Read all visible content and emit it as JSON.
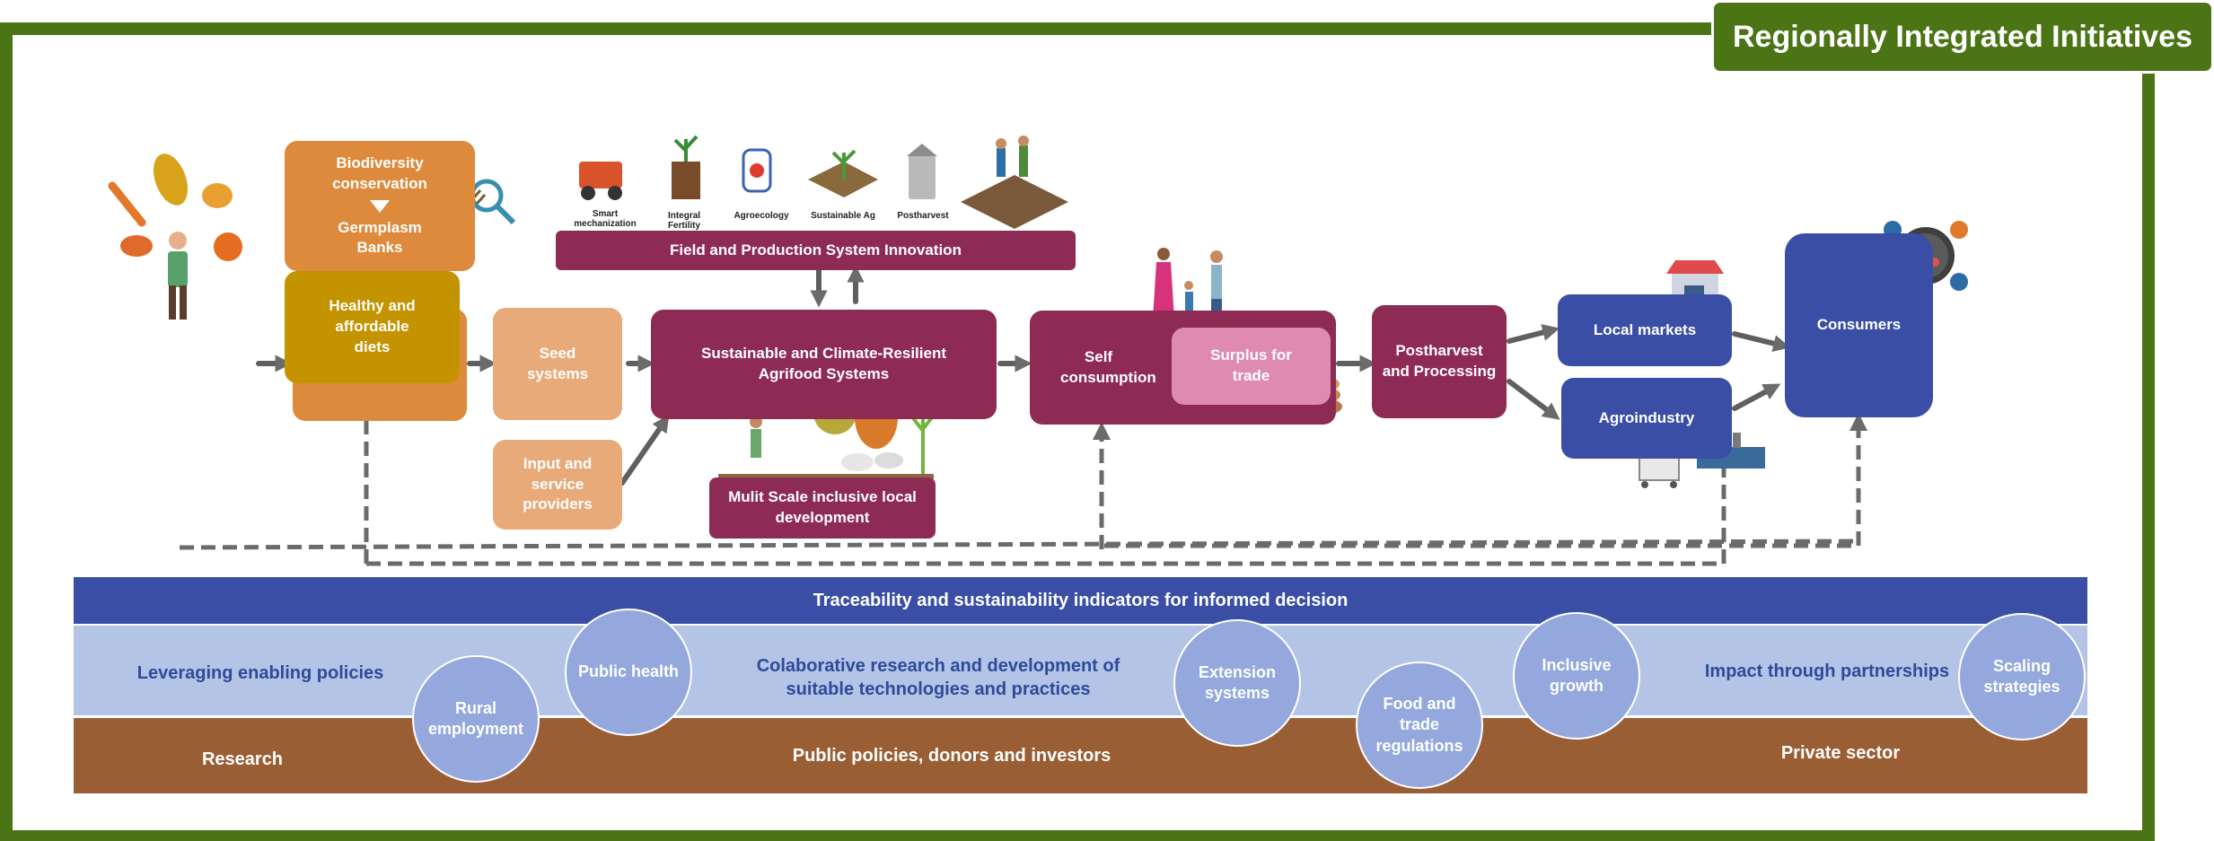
{
  "title": "Regionally Integrated Initiatives",
  "boxes": {
    "biodiversity": "Biodiversity conservation",
    "germplasm": "Germplasm Banks",
    "diets": "Healthy and affordable diets",
    "seed": "Seed systems",
    "input": "Input and service providers",
    "agrifood": "Sustainable and Climate-Resilient Agrifood Systems",
    "field_innovation": "Field and Production System Innovation",
    "multiscale": "Mulit Scale inclusive local development",
    "self_consumption": "Self consumption",
    "surplus": "Surplus for trade",
    "postharvest": "Postharvest and Processing",
    "local_markets": "Local markets",
    "agroindustry": "Agroindustry",
    "consumers": "Consumers"
  },
  "innovation_icons": [
    {
      "name": "smart-mechanization-icon",
      "label": "Smart mechanization"
    },
    {
      "name": "integral-fertility-icon",
      "label": "Integral Fertility"
    },
    {
      "name": "agroecology-icon",
      "label": "Agroecology"
    },
    {
      "name": "sustainable-ag-icon",
      "label": "Sustainable Ag"
    },
    {
      "name": "postharvest-silo-icon",
      "label": "Postharvest"
    }
  ],
  "bands": {
    "traceability": "Traceability and sustainability indicators for informed decision",
    "leveraging": "Leveraging enabling policies",
    "collaborative": "Colaborative research and development of suitable technologies and practices",
    "impact": "Impact through partnerships",
    "research": "Research",
    "public_policies": "Public policies, donors and investors",
    "private_sector": "Private sector"
  },
  "circles": {
    "rural_employment": "Rural employment",
    "public_health": "Public health",
    "extension": "Extension systems",
    "food_trade": "Food and trade regulations",
    "inclusive_growth": "Inclusive growth",
    "scaling": "Scaling strategies"
  },
  "colors": {
    "frame_green": "#4b7414",
    "orange": "#de8a3c",
    "gold": "#c49300",
    "peach": "#e8aa79",
    "maroon": "#8e2b55",
    "pink": "#df8aaf",
    "blue": "#3a4ea5",
    "light_blue": "#b3c4e6",
    "brown": "#9a5e34",
    "arrow_gray": "#6b6b6b"
  }
}
